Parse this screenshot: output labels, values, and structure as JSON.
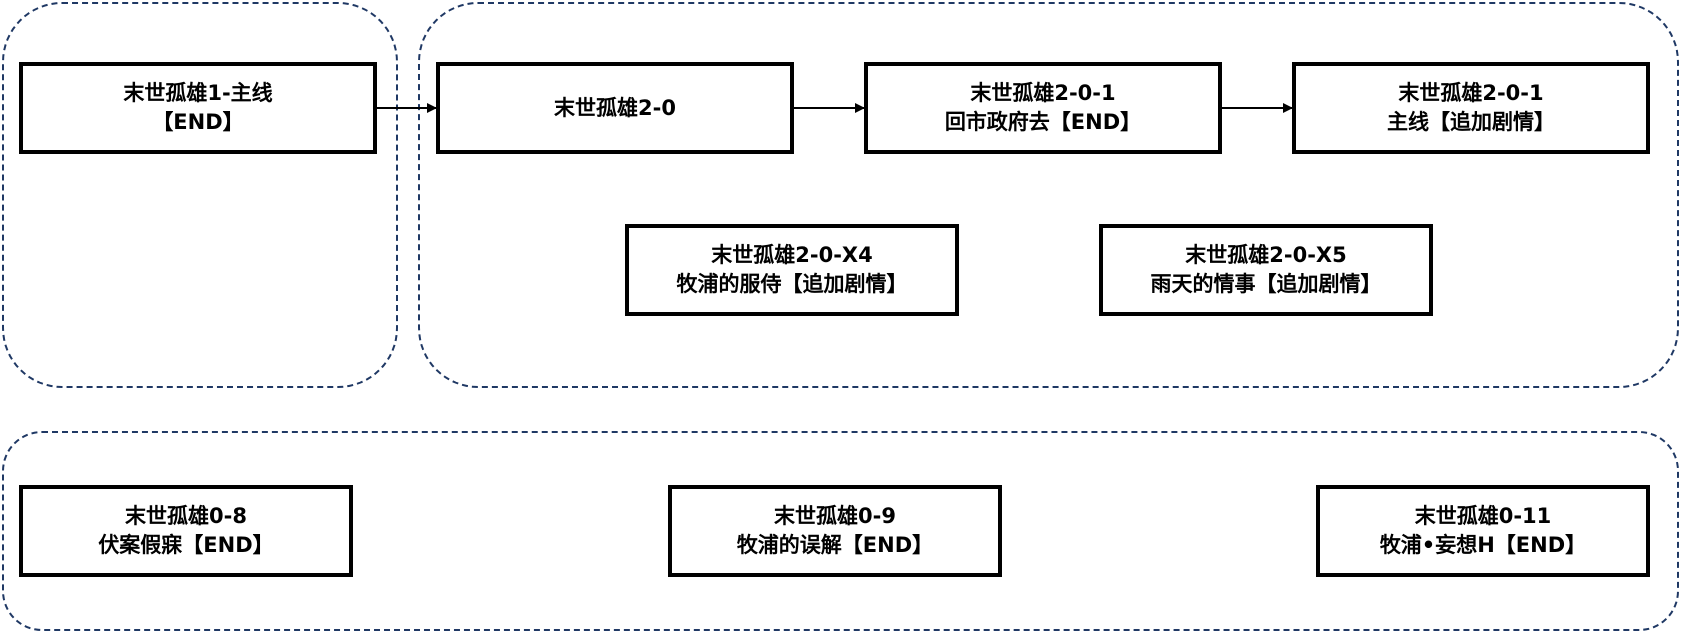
{
  "nodes": {
    "n1": {
      "line1": "末世孤雄1-主线",
      "line2": "【END】"
    },
    "n2": {
      "line1": "末世孤雄2-0",
      "line2": ""
    },
    "n3": {
      "line1": "末世孤雄2-0-1",
      "line2": "回市政府去【END】"
    },
    "n4": {
      "line1": "末世孤雄2-0-1",
      "line2": "主线【追加剧情】"
    },
    "n5": {
      "line1": "末世孤雄2-0-X4",
      "line2": "牧浦的服侍【追加剧情】"
    },
    "n6": {
      "line1": "末世孤雄2-0-X5",
      "line2": "雨天的情事【追加剧情】"
    },
    "n7": {
      "line1": "末世孤雄0-8",
      "line2": "伏案假寐【END】"
    },
    "n8": {
      "line1": "末世孤雄0-9",
      "line2": "牧浦的误解【END】"
    },
    "n9": {
      "line1": "末世孤雄0-11",
      "line2": "牧浦•妄想H【END】"
    }
  },
  "edges": [
    {
      "from": "n1",
      "to": "n2"
    },
    {
      "from": "n2",
      "to": "n3"
    },
    {
      "from": "n3",
      "to": "n4"
    }
  ],
  "colors": {
    "group_border": "#1f3864",
    "node_border": "#000000",
    "arrow": "#000000"
  }
}
